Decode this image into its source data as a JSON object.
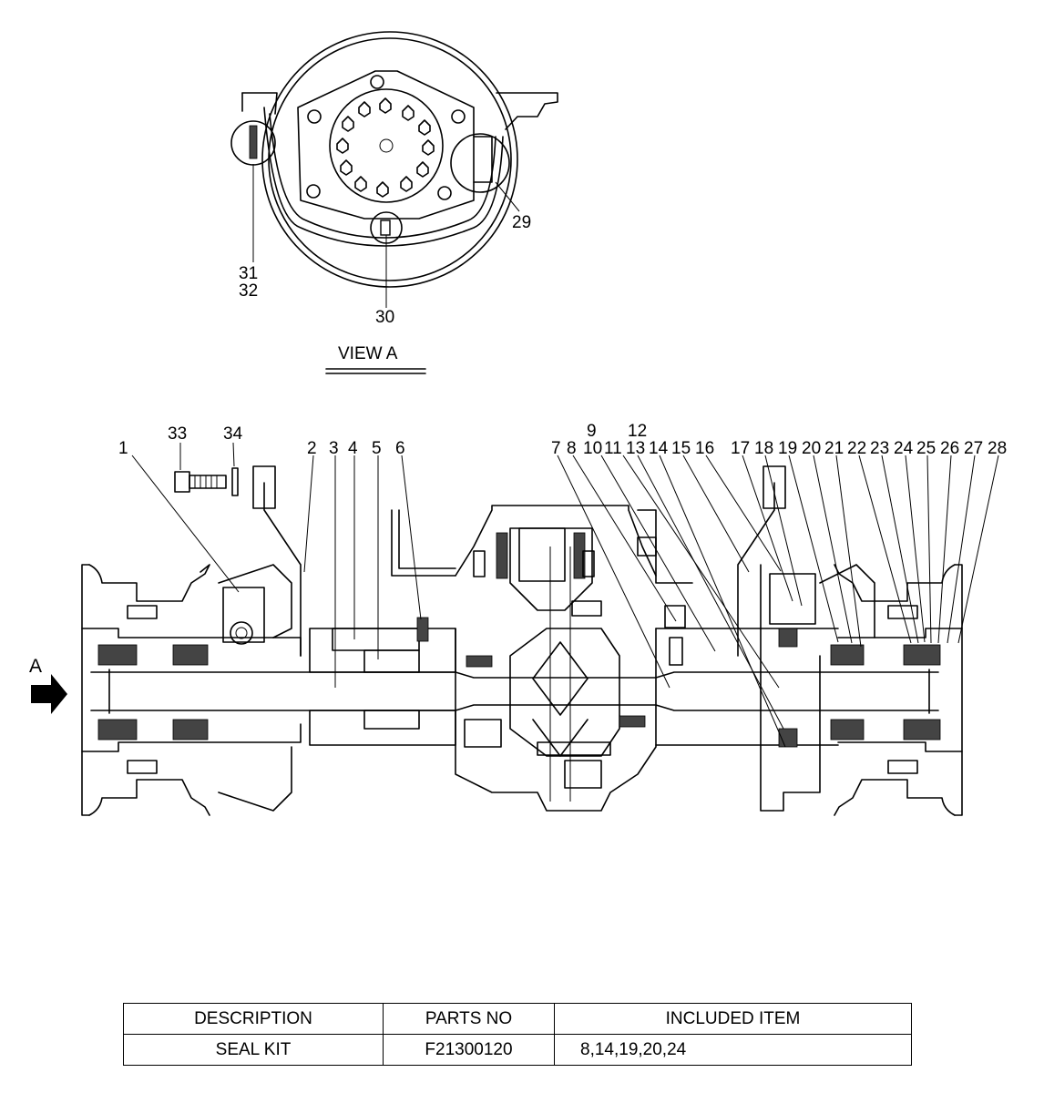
{
  "view_a": {
    "title": "VIEW A",
    "callouts": [
      "29",
      "30",
      "31",
      "32"
    ]
  },
  "main_view": {
    "arrow_label": "A",
    "callouts": [
      "1",
      "2",
      "3",
      "4",
      "5",
      "6",
      "7",
      "8",
      "9",
      "10",
      "11",
      "12",
      "13",
      "14",
      "15",
      "16",
      "17",
      "18",
      "19",
      "20",
      "21",
      "22",
      "23",
      "24",
      "25",
      "26",
      "27",
      "28",
      "33",
      "34"
    ]
  },
  "table": {
    "headers": {
      "description": "DESCRIPTION",
      "parts_no": "PARTS NO",
      "included_item": "INCLUDED ITEM"
    },
    "rows": [
      {
        "description": "SEAL KIT",
        "parts_no": "F21300120",
        "included_item": "8,14,19,20,24"
      }
    ]
  }
}
